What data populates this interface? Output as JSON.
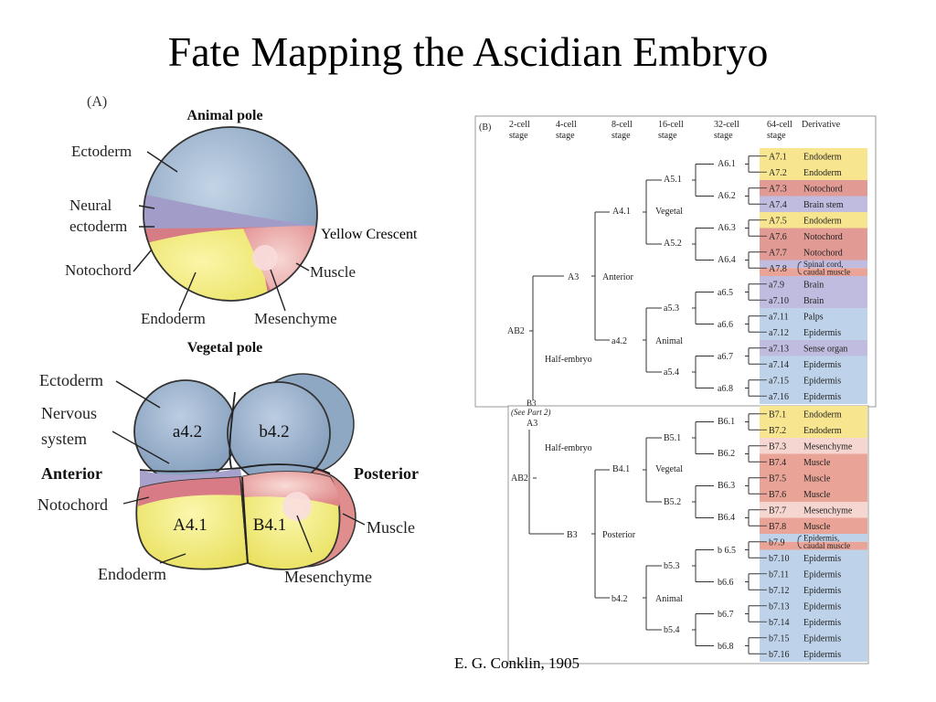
{
  "slide": {
    "title": "Fate Mapping the Ascidian Embryo",
    "yellow_crescent_label": "Yellow Crescent",
    "footer": "E. G. Conklin, 1905"
  },
  "panel_a": {
    "tag": "(A)",
    "animal_pole": "Animal pole",
    "vegetal_pole": "Vegetal pole",
    "labels": {
      "ectoderm": "Ectoderm",
      "neural_ectoderm_1": "Neural",
      "neural_ectoderm_2": "ectoderm",
      "notochord": "Notochord",
      "endoderm": "Endoderm",
      "mesenchyme": "Mesenchyme",
      "muscle": "Muscle"
    }
  },
  "panel_a2": {
    "labels": {
      "ectoderm": "Ectoderm",
      "nervous_1": "Nervous",
      "nervous_2": "system",
      "anterior": "Anterior",
      "posterior": "Posterior",
      "notochord": "Notochord",
      "muscle": "Muscle",
      "endoderm": "Endoderm",
      "mesenchyme": "Mesenchyme"
    },
    "cells": {
      "a42": "a4.2",
      "b42": "b4.2",
      "A41": "A4.1",
      "B41": "B4.1"
    }
  },
  "panel_b": {
    "tag": "(B)",
    "see_part": "(See Part 2)",
    "headers": [
      "2-cell\nstage",
      "4-cell\nstage",
      "8-cell\nstage",
      "16-cell\nstage",
      "32-cell\nstage",
      "64-cell\nstage",
      "Derivative"
    ],
    "colors": {
      "yellow": "#f8e58f",
      "red": "#e19a94",
      "blue": "#bed3ea",
      "purple": "#c0bcdf",
      "pink": "#f6d6d0",
      "salmon": "#e9a497"
    },
    "tree_top": {
      "ab2": "AB2",
      "half_embryo": "Half-embryo",
      "a3": "A3",
      "anterior": "Anterior",
      "a41": "A4.1",
      "vegetal": "Vegetal",
      "a42": "a4.2",
      "animal": "Animal",
      "a51": "A5.1",
      "a52": "A5.2",
      "a53": "a5.3",
      "a54": "a5.4",
      "a61": "A6.1",
      "a62": "A6.2",
      "a63": "A6.3",
      "a64": "A6.4",
      "a65": "a6.5",
      "a66": "a6.6",
      "a67": "a6.7",
      "a68": "a6.8",
      "b3_cut": "B3"
    },
    "rows_top": [
      {
        "cell": "A7.1",
        "derivative": "Endoderm",
        "color": "yellow"
      },
      {
        "cell": "A7.2",
        "derivative": "Endoderm",
        "color": "yellow"
      },
      {
        "cell": "A7.3",
        "derivative": "Notochord",
        "color": "red"
      },
      {
        "cell": "A7.4",
        "derivative": "Brain stem",
        "color": "purple"
      },
      {
        "cell": "A7.5",
        "derivative": "Endoderm",
        "color": "yellow"
      },
      {
        "cell": "A7.6",
        "derivative": "Notochord",
        "color": "red"
      },
      {
        "cell": "A7.7",
        "derivative": "Notochord",
        "color": "red"
      },
      {
        "cell": "A7.8",
        "derivative": "Spinal cord,",
        "derivative2": "caudal muscle",
        "color": "purple",
        "color2": "salmon"
      },
      {
        "cell": "a7.9",
        "derivative": "Brain",
        "color": "purple"
      },
      {
        "cell": "a7.10",
        "derivative": "Brain",
        "color": "purple"
      },
      {
        "cell": "a7.11",
        "derivative": "Palps",
        "color": "blue"
      },
      {
        "cell": "a7.12",
        "derivative": "Epidermis",
        "color": "blue"
      },
      {
        "cell": "a7.13",
        "derivative": "Sense organ",
        "color": "purple"
      },
      {
        "cell": "a7.14",
        "derivative": "Epidermis",
        "color": "blue"
      },
      {
        "cell": "a7.15",
        "derivative": "Epidermis",
        "color": "blue"
      },
      {
        "cell": "a7.16",
        "derivative": "Epidermis",
        "color": "blue"
      }
    ],
    "tree_bottom": {
      "a3": "A3",
      "ab2": "AB2",
      "half_embryo": "Half-embryo",
      "b3": "B3",
      "posterior": "Posterior",
      "b41": "B4.1",
      "vegetal": "Vegetal",
      "b42": "b4.2",
      "animal": "Animal",
      "b51": "B5.1",
      "b52": "B5.2",
      "b53": "b5.3",
      "b54": "b5.4",
      "b61": "B6.1",
      "b62": "B6.2",
      "b63": "B6.3",
      "b64": "B6.4",
      "b65": "b 6.5",
      "b66": "b6.6",
      "b67": "b6.7",
      "b68": "b6.8"
    },
    "rows_bottom": [
      {
        "cell": "B7.1",
        "derivative": "Endoderm",
        "color": "yellow"
      },
      {
        "cell": "B7.2",
        "derivative": "Endoderm",
        "color": "yellow"
      },
      {
        "cell": "B7.3",
        "derivative": "Mesenchyme",
        "color": "pink"
      },
      {
        "cell": "B7.4",
        "derivative": "Muscle",
        "color": "salmon"
      },
      {
        "cell": "B7.5",
        "derivative": "Muscle",
        "color": "salmon"
      },
      {
        "cell": "B7.6",
        "derivative": "Muscle",
        "color": "salmon"
      },
      {
        "cell": "B7.7",
        "derivative": "Mesenchyme",
        "color": "pink"
      },
      {
        "cell": "B7.8",
        "derivative": "Muscle",
        "color": "salmon"
      },
      {
        "cell": "b7.9",
        "derivative": "Epidermis,",
        "derivative2": "caudal muscle",
        "color": "blue",
        "color2": "salmon"
      },
      {
        "cell": "b7.10",
        "derivative": "Epidermis",
        "color": "blue"
      },
      {
        "cell": "b7.11",
        "derivative": "Epidermis",
        "color": "blue"
      },
      {
        "cell": "b7.12",
        "derivative": "Epidermis",
        "color": "blue"
      },
      {
        "cell": "b7.13",
        "derivative": "Epidermis",
        "color": "blue"
      },
      {
        "cell": "b7.14",
        "derivative": "Epidermis",
        "color": "blue"
      },
      {
        "cell": "b7.15",
        "derivative": "Epidermis",
        "color": "blue"
      },
      {
        "cell": "b7.16",
        "derivative": "Epidermis",
        "color": "blue"
      }
    ]
  }
}
